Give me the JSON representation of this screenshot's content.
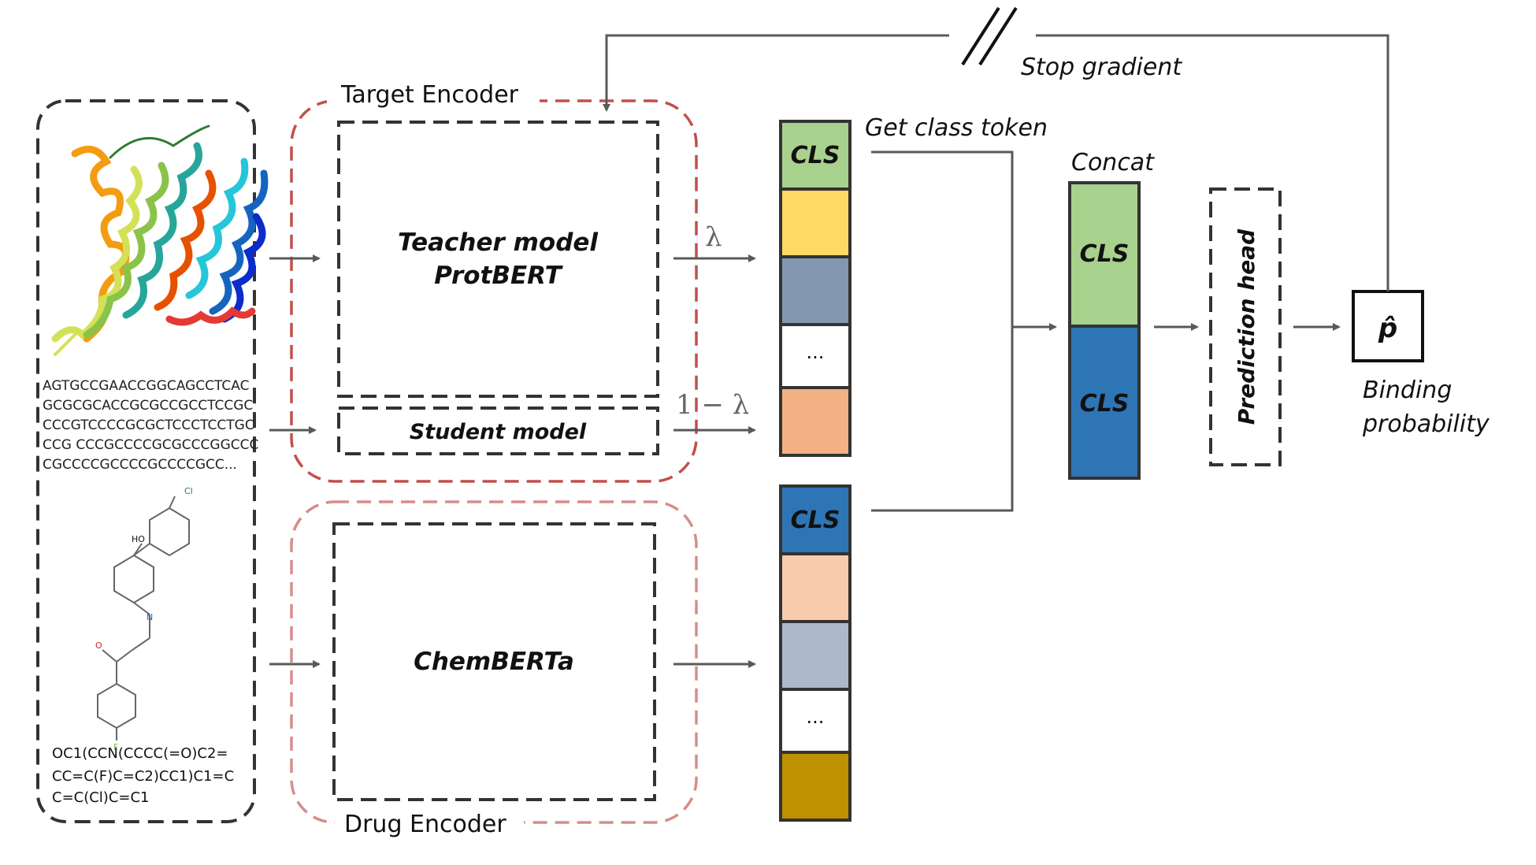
{
  "labels": {
    "target_encoder": "Target Encoder",
    "drug_encoder": "Drug Encoder",
    "teacher_line1": "Teacher model",
    "teacher_line2": "ProtBERT",
    "student": "Student model",
    "chemberta": "ChemBERTa",
    "lambda": "λ",
    "one_minus_lambda": "1 − λ",
    "get_class_token": "Get class token",
    "concat": "Concat",
    "prediction_head": "Prediction head",
    "p_hat": "p̂",
    "binding_line1": "Binding",
    "binding_line2": "probability",
    "stop_gradient": "Stop gradient",
    "cls": "CLS",
    "ellipsis": "..."
  },
  "protein_sequence": [
    "AGTGCCGAACCGGCAGCCTCAC",
    "GCGCGCACCGCGCCGCCTCCGC",
    "CCCGTCCCCGCGCTCCCTCCTGC",
    "CCG CCCGCCCCGCGCCCGGCCC",
    "CGCCCCGCCCCGCCCCGCC..."
  ],
  "smiles": [
    "OC1(CCN(CCCC(=O)C2=",
    "CC=C(F)C=C2)CC1)C1=C",
    "C=C(Cl)C=C1"
  ],
  "molecule_atoms": {
    "chlorine": "Cl",
    "hydroxyl": "HO",
    "nitrogen": "N",
    "oxygen": "O",
    "fluorine": "F"
  },
  "colors": {
    "protein_token_stack": [
      "#a9d18e",
      "#ffd966",
      "#8497b0",
      "#ffffff",
      "#f4b183"
    ],
    "drug_token_stack": [
      "#2e75b6",
      "#f8cbad",
      "#adb9ca",
      "#ffffff",
      "#bf9000"
    ],
    "concat_top": "#a9d18e",
    "concat_bottom": "#2e75b6",
    "encoder_outline": "#c0504d",
    "arrow": "#595959"
  }
}
